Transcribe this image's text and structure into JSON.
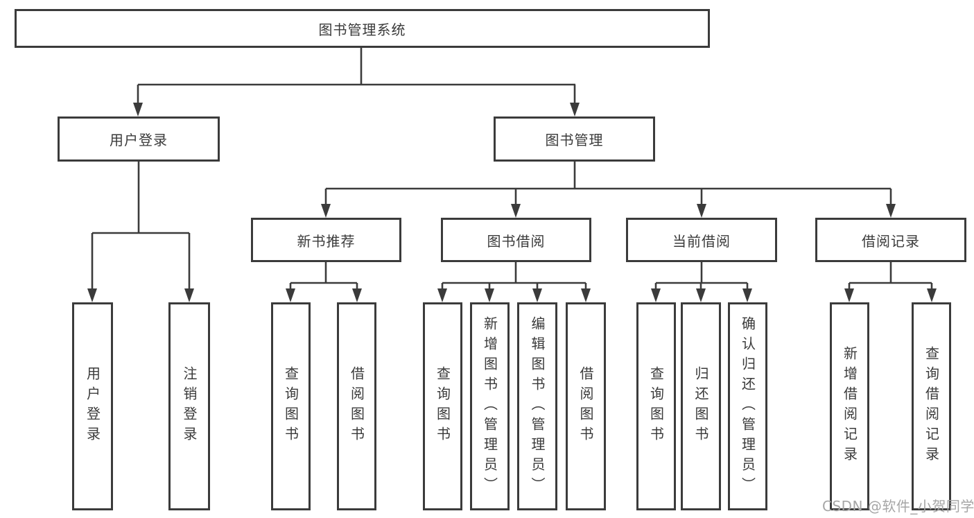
{
  "diagram": {
    "type": "hierarchy-tree",
    "nodes": {
      "root": {
        "label": "图书管理系统"
      },
      "level2": [
        {
          "label": "用户登录"
        },
        {
          "label": "图书管理"
        }
      ],
      "level3": [
        {
          "label": "新书推荐",
          "parent": "图书管理"
        },
        {
          "label": "图书借阅",
          "parent": "图书管理"
        },
        {
          "label": "当前借阅",
          "parent": "图书管理"
        },
        {
          "label": "借阅记录",
          "parent": "图书管理"
        }
      ],
      "leaves": [
        {
          "label": "用户登录",
          "parent": "用户登录"
        },
        {
          "label": "注销登录",
          "parent": "用户登录"
        },
        {
          "label": "查询图书",
          "parent": "新书推荐"
        },
        {
          "label": "借阅图书",
          "parent": "新书推荐"
        },
        {
          "label": "查询图书",
          "parent": "图书借阅"
        },
        {
          "label": "新增图书（管理员）",
          "parent": "图书借阅"
        },
        {
          "label": "编辑图书（管理员）",
          "parent": "图书借阅"
        },
        {
          "label": "借阅图书",
          "parent": "图书借阅"
        },
        {
          "label": "查询图书",
          "parent": "当前借阅"
        },
        {
          "label": "归还图书",
          "parent": "当前借阅"
        },
        {
          "label": "确认归还（管理员）",
          "parent": "当前借阅"
        },
        {
          "label": "新增借阅记录",
          "parent": "借阅记录"
        },
        {
          "label": "查询借阅记录",
          "parent": "借阅记录"
        }
      ]
    },
    "colors": {
      "line": "#3b3b3b",
      "text": "#3a3a3a",
      "background": "#ffffff",
      "watermark_color": "#a6a6a6"
    }
  },
  "watermark": "CSDN @软件_小贺同学"
}
